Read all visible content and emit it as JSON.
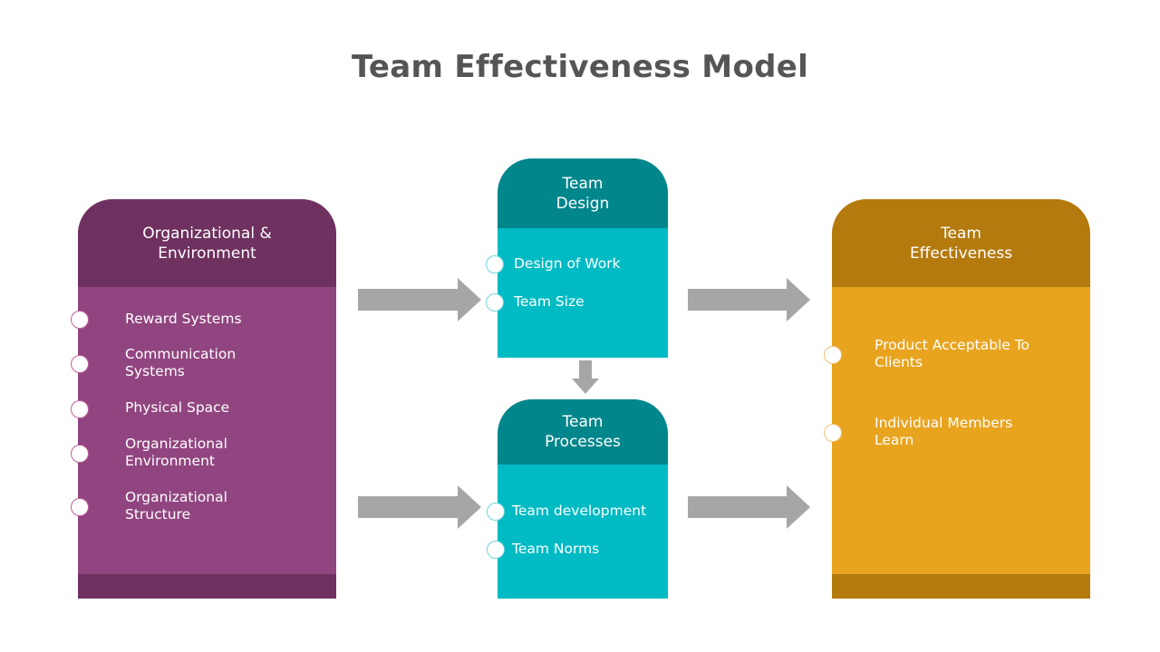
{
  "title": "Team Effectiveness Model",
  "colors": {
    "purple_head": "#6e3160",
    "purple_body": "#914580",
    "teal_head": "#00868b",
    "teal_body": "#00bbc4",
    "gold_head": "#b47a0e",
    "gold_body": "#e9a41f",
    "arrow": "#a6a6a6",
    "title": "#555555"
  },
  "cards": {
    "org": {
      "heading": "Organizational &\nEnvironment",
      "items": [
        "Reward Systems",
        "Communication\nSystems",
        "Physical Space",
        "Organizational\nEnvironment",
        "Organizational\nStructure"
      ]
    },
    "design": {
      "heading": "Team\nDesign",
      "items": [
        "Design of Work",
        "Team Size"
      ]
    },
    "processes": {
      "heading": "Team\nProcesses",
      "items": [
        "Team development",
        "Team Norms"
      ]
    },
    "effectiveness": {
      "heading": "Team\nEffectiveness",
      "items": [
        "Product Acceptable To\nClients",
        "Individual Members\nLearn"
      ]
    }
  }
}
